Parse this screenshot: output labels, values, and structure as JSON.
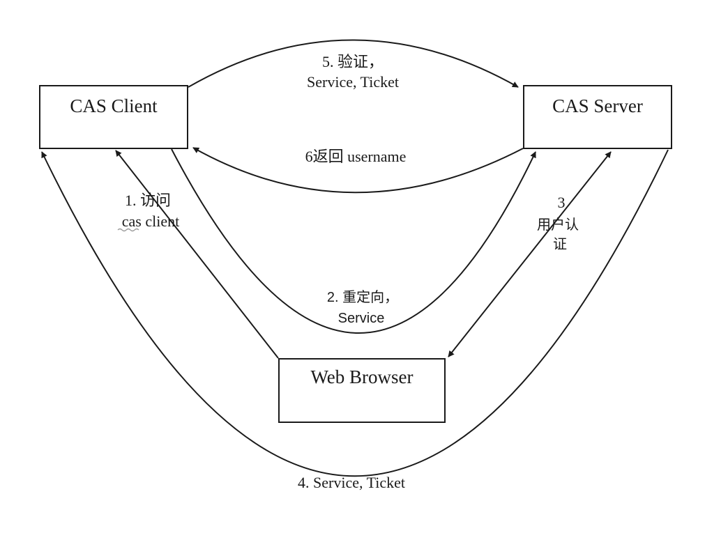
{
  "nodes": {
    "client": "CAS Client",
    "server": "CAS Server",
    "browser": "Web Browser"
  },
  "edges": {
    "step1": {
      "line1": "1. 访问",
      "line2": "cas client"
    },
    "step2": {
      "line1": "2. 重定向，",
      "line2": "Service"
    },
    "step3": {
      "line1": "3",
      "line2": "用户认",
      "line3": "证"
    },
    "step4": {
      "line1": "4. Service, Ticket"
    },
    "step5": {
      "line1": "5. 验证，",
      "line2": "Service, Ticket"
    },
    "step6": {
      "line1": "6返回 username"
    }
  },
  "colors": {
    "stroke": "#1a1a1a",
    "background": "#ffffff"
  }
}
